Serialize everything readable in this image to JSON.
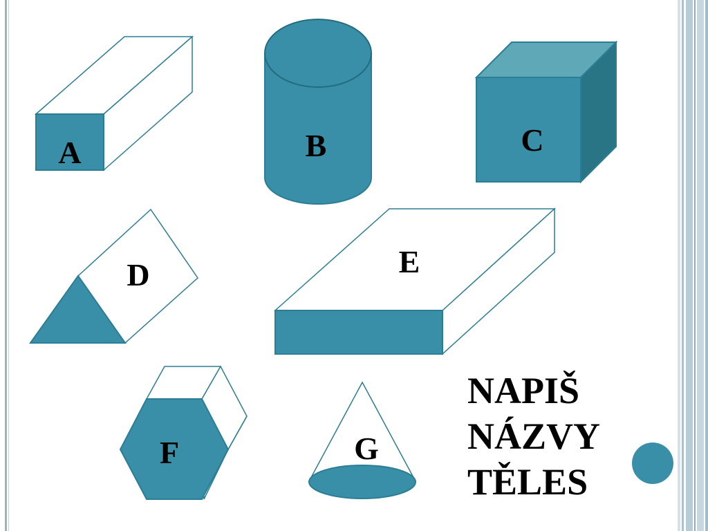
{
  "colors": {
    "teal": "#3a8fa8",
    "teal_light": "#5ea8b8",
    "teal_dark": "#2a7585",
    "outline": "#2b7d94",
    "background": "#ffffff"
  },
  "shapes": [
    {
      "id": "A",
      "label": "A",
      "kind": "square-prism"
    },
    {
      "id": "B",
      "label": "B",
      "kind": "cylinder"
    },
    {
      "id": "C",
      "label": "C",
      "kind": "cube"
    },
    {
      "id": "D",
      "label": "D",
      "kind": "triangular-prism"
    },
    {
      "id": "E",
      "label": "E",
      "kind": "rectangular-prism"
    },
    {
      "id": "F",
      "label": "F",
      "kind": "hexagonal-prism"
    },
    {
      "id": "G",
      "label": "G",
      "kind": "cone"
    }
  ],
  "title": {
    "line1": "NAPIŠ",
    "line2": "NÁZVY",
    "line3": "TĚLES"
  }
}
